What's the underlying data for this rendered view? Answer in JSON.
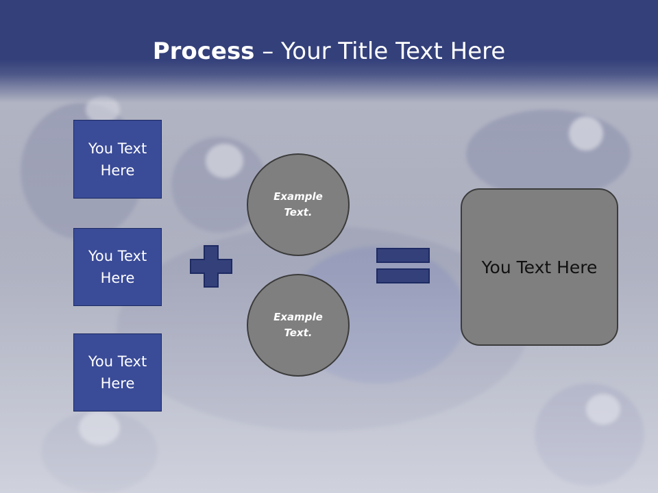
{
  "slide": {
    "title_bold": "Process",
    "title_rest": " – Your Title Text Here"
  },
  "left_boxes": [
    {
      "label": "You Text Here"
    },
    {
      "label": "You Text Here"
    },
    {
      "label": "You Text Here"
    }
  ],
  "operators": {
    "plus_icon": "plus-icon",
    "equals_icon": "equals-icon"
  },
  "circles": [
    {
      "label": "Example Text."
    },
    {
      "label": "Example Text."
    }
  ],
  "result_box": {
    "label": "You Text Here"
  },
  "colors": {
    "header_blue": "#34407a",
    "box_blue": "#3a4b97",
    "operator_blue": "#34407a",
    "gray_fill": "#7f7f7f"
  }
}
